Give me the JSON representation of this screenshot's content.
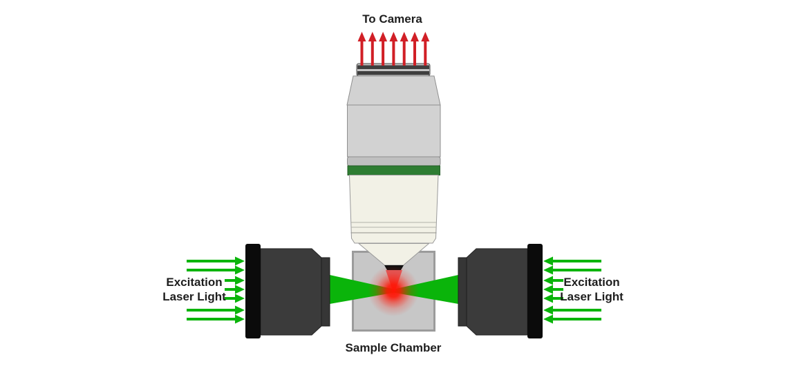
{
  "labels": {
    "to_camera": "To Camera",
    "sample_chamber": "Sample Chamber",
    "excitation_left": {
      "line1": "Excitation",
      "line2": "Laser Light"
    },
    "excitation_right": {
      "line1": "Excitation",
      "line2": "Laser Light"
    }
  },
  "colors": {
    "laser_green": "#0ab40a",
    "objective_band_green": "#2e7d32",
    "camera_arrow_red": "#d11f26",
    "focus_glow_red": "#ff1505",
    "lens_body_gray": "#3b3b3b",
    "lens_mount_black": "#0b0b0b",
    "objective_body_gray": "#d2d2d2",
    "objective_tip_ivory": "#f2f1e6",
    "chamber_fill": "#c7c7c7",
    "chamber_border": "#9b9b9b",
    "text_color": "#1e1e1e"
  },
  "camera_arrows": {
    "count": 7,
    "direction": "up"
  },
  "excitation_arrows": {
    "left": {
      "direction": "right",
      "count": 7,
      "pattern": [
        "long",
        "long",
        "short",
        "short",
        "short",
        "long",
        "long"
      ]
    },
    "right": {
      "direction": "left",
      "count": 7,
      "pattern": [
        "long",
        "long",
        "short",
        "short",
        "short",
        "long",
        "long"
      ]
    }
  }
}
